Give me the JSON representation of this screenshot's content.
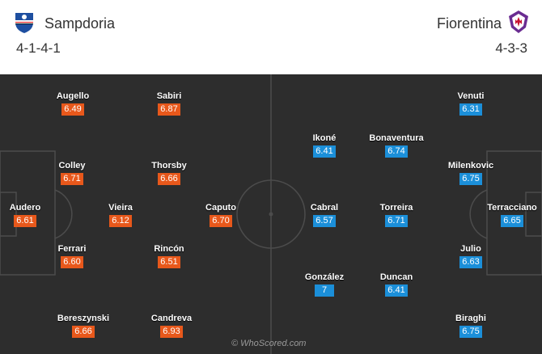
{
  "home": {
    "name": "Sampdoria",
    "formation": "4-1-4-1",
    "color": "#e8581b",
    "crest": "sampdoria-crest",
    "players": [
      {
        "name": "Audero",
        "rating": "6.61"
      },
      {
        "name": "Augello",
        "rating": "6.49"
      },
      {
        "name": "Colley",
        "rating": "6.71"
      },
      {
        "name": "Ferrari",
        "rating": "6.60"
      },
      {
        "name": "Bereszynski",
        "rating": "6.66"
      },
      {
        "name": "Vieira",
        "rating": "6.12"
      },
      {
        "name": "Sabiri",
        "rating": "6.87"
      },
      {
        "name": "Thorsby",
        "rating": "6.66"
      },
      {
        "name": "Rincón",
        "rating": "6.51"
      },
      {
        "name": "Candreva",
        "rating": "6.93"
      },
      {
        "name": "Caputo",
        "rating": "6.70"
      }
    ]
  },
  "away": {
    "name": "Fiorentina",
    "formation": "4-3-3",
    "color": "#1b8fd9",
    "crest": "fiorentina-crest",
    "players": [
      {
        "name": "Terracciano",
        "rating": "6.65"
      },
      {
        "name": "Venuti",
        "rating": "6.31"
      },
      {
        "name": "Milenkovic",
        "rating": "6.75"
      },
      {
        "name": "Julio",
        "rating": "6.63"
      },
      {
        "name": "Biraghi",
        "rating": "6.75"
      },
      {
        "name": "Bonaventura",
        "rating": "6.74"
      },
      {
        "name": "Torreira",
        "rating": "6.71"
      },
      {
        "name": "Duncan",
        "rating": "6.41"
      },
      {
        "name": "Ikoné",
        "rating": "6.41"
      },
      {
        "name": "Cabral",
        "rating": "6.57"
      },
      {
        "name": "González",
        "rating": "7"
      }
    ]
  },
  "watermark": "© WhoScored.com"
}
